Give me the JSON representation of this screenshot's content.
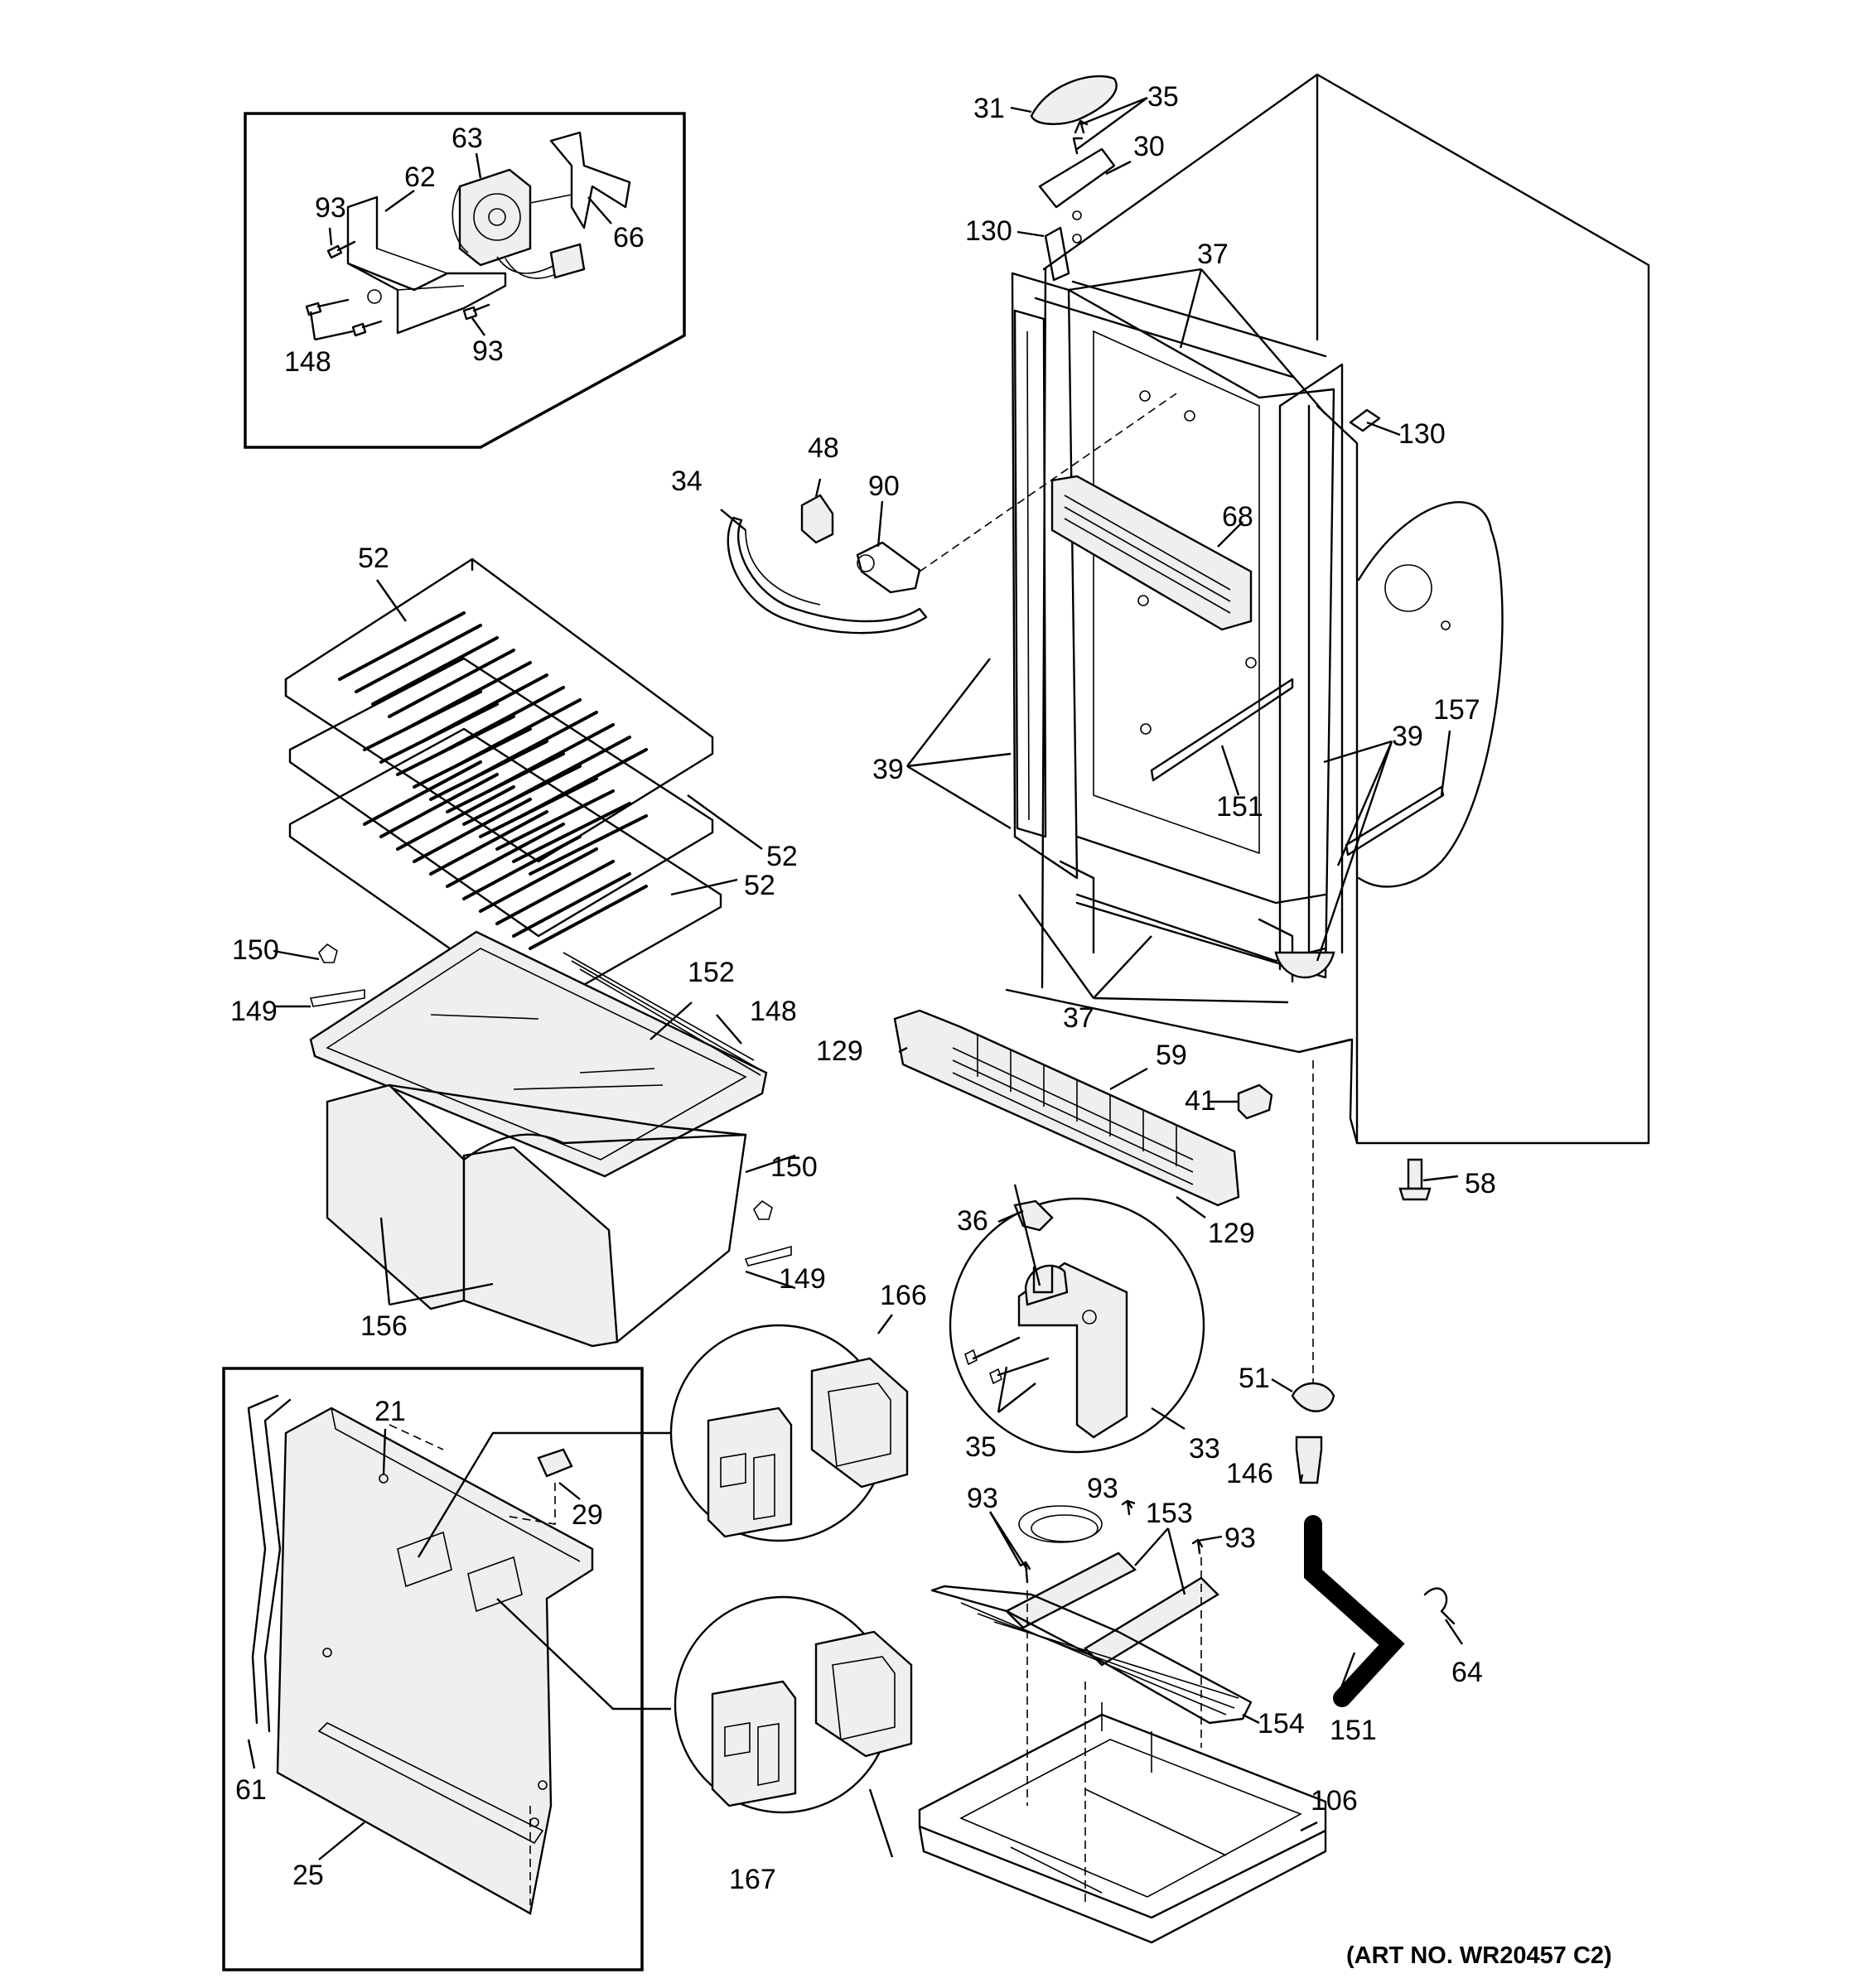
{
  "art_number": "(ART NO. WR20457 C2)",
  "callouts": {
    "c31": "31",
    "c35_top": "35",
    "c30": "30",
    "c130_top": "130",
    "c37_top": "37",
    "c130_right": "130",
    "c68": "68",
    "c39_left": "39",
    "c39_right": "39",
    "c157": "157",
    "c151_mid": "151",
    "c37_bottom": "37",
    "c129_left": "129",
    "c59": "59",
    "c41": "41",
    "c58": "58",
    "c129_right": "129",
    "c36": "36",
    "c35_hinge": "35",
    "c33": "33",
    "c51": "51",
    "c146": "146",
    "c151_tube": "151",
    "c64": "64",
    "c93_a": "93",
    "c93_b": "93",
    "c93_c": "93",
    "c153": "153",
    "c154": "154",
    "c106": "106",
    "c166": "166",
    "c167": "167",
    "c21": "21",
    "c29": "29",
    "c61": "61",
    "c25": "25",
    "c34": "34",
    "c48": "48",
    "c90": "90",
    "c52_top": "52",
    "c52_mid": "52",
    "c52_low": "52",
    "c150_left": "150",
    "c149_left": "149",
    "c152": "152",
    "c148_shelf": "148",
    "c150_right": "150",
    "c149_right": "149",
    "c156": "156",
    "c63": "63",
    "c62": "62",
    "c93_fan_a": "93",
    "c66": "66",
    "c148_fan": "148",
    "c93_fan_b": "93"
  }
}
